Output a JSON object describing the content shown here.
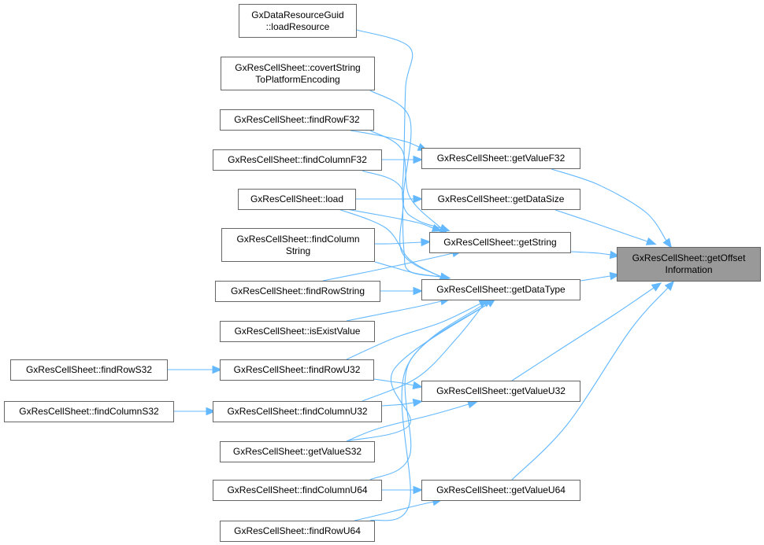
{
  "diagram": {
    "type": "caller-graph",
    "edge_color": "#63b8ff",
    "focus_fill": "#999999",
    "node_border": "#666666",
    "nodes": [
      {
        "id": "n0",
        "lines": [
          "GxResCellSheet::getOffset",
          "Information"
        ],
        "focus": true
      },
      {
        "id": "n1",
        "lines": [
          "GxResCellSheet::getValueF32"
        ]
      },
      {
        "id": "n2",
        "lines": [
          "GxResCellSheet::getDataSize"
        ]
      },
      {
        "id": "n3",
        "lines": [
          "GxResCellSheet::getString"
        ]
      },
      {
        "id": "n4",
        "lines": [
          "GxResCellSheet::getDataType"
        ]
      },
      {
        "id": "n5",
        "lines": [
          "GxResCellSheet::getValueU32"
        ]
      },
      {
        "id": "n6",
        "lines": [
          "GxResCellSheet::getValueU64"
        ]
      },
      {
        "id": "n7",
        "lines": [
          "GxDataResourceGuid",
          "::loadResource"
        ]
      },
      {
        "id": "n8",
        "lines": [
          "GxResCellSheet::covertString",
          "ToPlatformEncoding"
        ]
      },
      {
        "id": "n9",
        "lines": [
          "GxResCellSheet::findRowF32"
        ]
      },
      {
        "id": "n10",
        "lines": [
          "GxResCellSheet::findColumnF32"
        ]
      },
      {
        "id": "n11",
        "lines": [
          "GxResCellSheet::load"
        ]
      },
      {
        "id": "n12",
        "lines": [
          "GxResCellSheet::findColumn",
          "String"
        ]
      },
      {
        "id": "n13",
        "lines": [
          "GxResCellSheet::findRowString"
        ]
      },
      {
        "id": "n14",
        "lines": [
          "GxResCellSheet::isExistValue"
        ]
      },
      {
        "id": "n15",
        "lines": [
          "GxResCellSheet::findRowU32"
        ]
      },
      {
        "id": "n16",
        "lines": [
          "GxResCellSheet::findColumnU32"
        ]
      },
      {
        "id": "n17",
        "lines": [
          "GxResCellSheet::getValueS32"
        ]
      },
      {
        "id": "n18",
        "lines": [
          "GxResCellSheet::findColumnU64"
        ]
      },
      {
        "id": "n19",
        "lines": [
          "GxResCellSheet::findRowU64"
        ]
      },
      {
        "id": "n20",
        "lines": [
          "GxResCellSheet::findRowS32"
        ]
      },
      {
        "id": "n21",
        "lines": [
          "GxResCellSheet::findColumnS32"
        ]
      }
    ],
    "edges": [
      {
        "from": "n1",
        "to": "n0"
      },
      {
        "from": "n2",
        "to": "n0"
      },
      {
        "from": "n3",
        "to": "n0"
      },
      {
        "from": "n4",
        "to": "n0"
      },
      {
        "from": "n5",
        "to": "n0"
      },
      {
        "from": "n6",
        "to": "n0"
      },
      {
        "from": "n9",
        "to": "n1"
      },
      {
        "from": "n10",
        "to": "n1"
      },
      {
        "from": "n11",
        "to": "n2"
      },
      {
        "from": "n7",
        "to": "n3"
      },
      {
        "from": "n9",
        "to": "n3"
      },
      {
        "from": "n11",
        "to": "n3"
      },
      {
        "from": "n12",
        "to": "n3"
      },
      {
        "from": "n13",
        "to": "n3"
      },
      {
        "from": "n8",
        "to": "n4"
      },
      {
        "from": "n10",
        "to": "n4"
      },
      {
        "from": "n11",
        "to": "n4"
      },
      {
        "from": "n12",
        "to": "n4"
      },
      {
        "from": "n13",
        "to": "n4"
      },
      {
        "from": "n14",
        "to": "n4"
      },
      {
        "from": "n15",
        "to": "n4"
      },
      {
        "from": "n16",
        "to": "n4"
      },
      {
        "from": "n17",
        "to": "n4"
      },
      {
        "from": "n18",
        "to": "n4"
      },
      {
        "from": "n19",
        "to": "n4"
      },
      {
        "from": "n15",
        "to": "n5"
      },
      {
        "from": "n16",
        "to": "n5"
      },
      {
        "from": "n17",
        "to": "n5"
      },
      {
        "from": "n18",
        "to": "n6"
      },
      {
        "from": "n19",
        "to": "n6"
      },
      {
        "from": "n20",
        "to": "n15"
      },
      {
        "from": "n21",
        "to": "n16"
      }
    ]
  }
}
